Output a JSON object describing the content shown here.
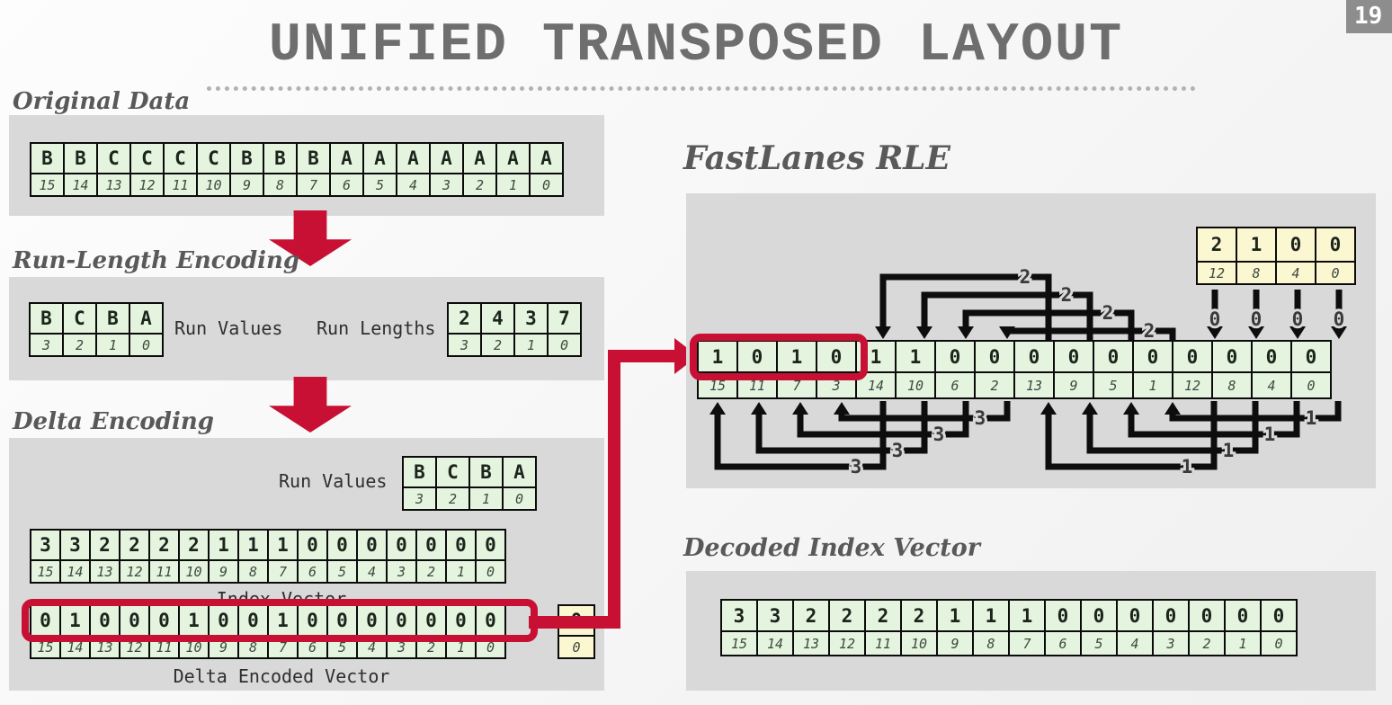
{
  "page_number": "19",
  "title": "UNIFIED TRANSPOSED LAYOUT",
  "colors": {
    "accent_red": "#c81034",
    "cell_green": "#e4f4df",
    "cell_yellow": "#fbf7d1",
    "panel_gray": "#d9d9d9",
    "title_gray": "#6e6e6e"
  },
  "sections": {
    "original": {
      "heading": "Original Data",
      "table": {
        "values": [
          "B",
          "B",
          "C",
          "C",
          "C",
          "C",
          "B",
          "B",
          "B",
          "A",
          "A",
          "A",
          "A",
          "A",
          "A",
          "A"
        ],
        "indices": [
          "15",
          "14",
          "13",
          "12",
          "11",
          "10",
          "9",
          "8",
          "7",
          "6",
          "5",
          "4",
          "3",
          "2",
          "1",
          "0"
        ]
      }
    },
    "rle": {
      "heading": "Run-Length Encoding",
      "run_values_label": "Run Values",
      "run_lengths_label": "Run Lengths",
      "run_values": {
        "values": [
          "B",
          "C",
          "B",
          "A"
        ],
        "indices": [
          "3",
          "2",
          "1",
          "0"
        ]
      },
      "run_lengths": {
        "values": [
          "2",
          "4",
          "3",
          "7"
        ],
        "indices": [
          "3",
          "2",
          "1",
          "0"
        ]
      }
    },
    "delta": {
      "heading": "Delta Encoding",
      "run_values_label": "Run Values",
      "run_values": {
        "values": [
          "B",
          "C",
          "B",
          "A"
        ],
        "indices": [
          "3",
          "2",
          "1",
          "0"
        ]
      },
      "index_vector_label": "Index Vector",
      "index_vector": {
        "values": [
          "3",
          "3",
          "2",
          "2",
          "2",
          "2",
          "1",
          "1",
          "1",
          "0",
          "0",
          "0",
          "0",
          "0",
          "0",
          "0"
        ],
        "indices": [
          "15",
          "14",
          "13",
          "12",
          "11",
          "10",
          "9",
          "8",
          "7",
          "6",
          "5",
          "4",
          "3",
          "2",
          "1",
          "0"
        ]
      },
      "delta_vector_label": "Delta Encoded Vector",
      "delta_vector": {
        "values": [
          "0",
          "1",
          "0",
          "0",
          "0",
          "1",
          "0",
          "0",
          "1",
          "0",
          "0",
          "0",
          "0",
          "0",
          "0",
          "0"
        ],
        "indices": [
          "15",
          "14",
          "13",
          "12",
          "11",
          "10",
          "9",
          "8",
          "7",
          "6",
          "5",
          "4",
          "3",
          "2",
          "1",
          "0"
        ]
      },
      "base_column": {
        "values": [
          "0"
        ],
        "indices": [
          "0"
        ]
      }
    },
    "fastlanes": {
      "heading": "FastLanes RLE",
      "lengths_table": {
        "values": [
          "2",
          "1",
          "0",
          "0"
        ],
        "indices": [
          "12",
          "8",
          "4",
          "0"
        ]
      },
      "main_table": {
        "values": [
          "1",
          "0",
          "1",
          "0",
          "1",
          "1",
          "0",
          "0",
          "0",
          "0",
          "0",
          "0",
          "0",
          "0",
          "0",
          "0"
        ],
        "indices": [
          "15",
          "11",
          "7",
          "3",
          "14",
          "10",
          "6",
          "2",
          "13",
          "9",
          "5",
          "1",
          "12",
          "8",
          "4",
          "0"
        ]
      },
      "arrows": {
        "top": {
          "label": "2",
          "pairs": [
            [
              8,
              4
            ],
            [
              9,
              5
            ],
            [
              10,
              6
            ],
            [
              11,
              7
            ]
          ]
        },
        "down_from_lengths": {
          "label": "0",
          "targets": [
            12,
            13,
            14,
            15
          ]
        },
        "bottom_left": {
          "label": "3",
          "pairs": [
            [
              4,
              0
            ],
            [
              5,
              1
            ],
            [
              6,
              2
            ],
            [
              7,
              3
            ]
          ]
        },
        "bottom_right": {
          "label": "1",
          "pairs": [
            [
              12,
              8
            ],
            [
              13,
              9
            ],
            [
              14,
              10
            ],
            [
              15,
              11
            ]
          ]
        }
      }
    },
    "decoded": {
      "heading": "Decoded Index Vector",
      "table": {
        "values": [
          "3",
          "3",
          "2",
          "2",
          "2",
          "2",
          "1",
          "1",
          "1",
          "0",
          "0",
          "0",
          "0",
          "0",
          "0",
          "0"
        ],
        "indices": [
          "15",
          "14",
          "13",
          "12",
          "11",
          "10",
          "9",
          "8",
          "7",
          "6",
          "5",
          "4",
          "3",
          "2",
          "1",
          "0"
        ]
      }
    }
  }
}
